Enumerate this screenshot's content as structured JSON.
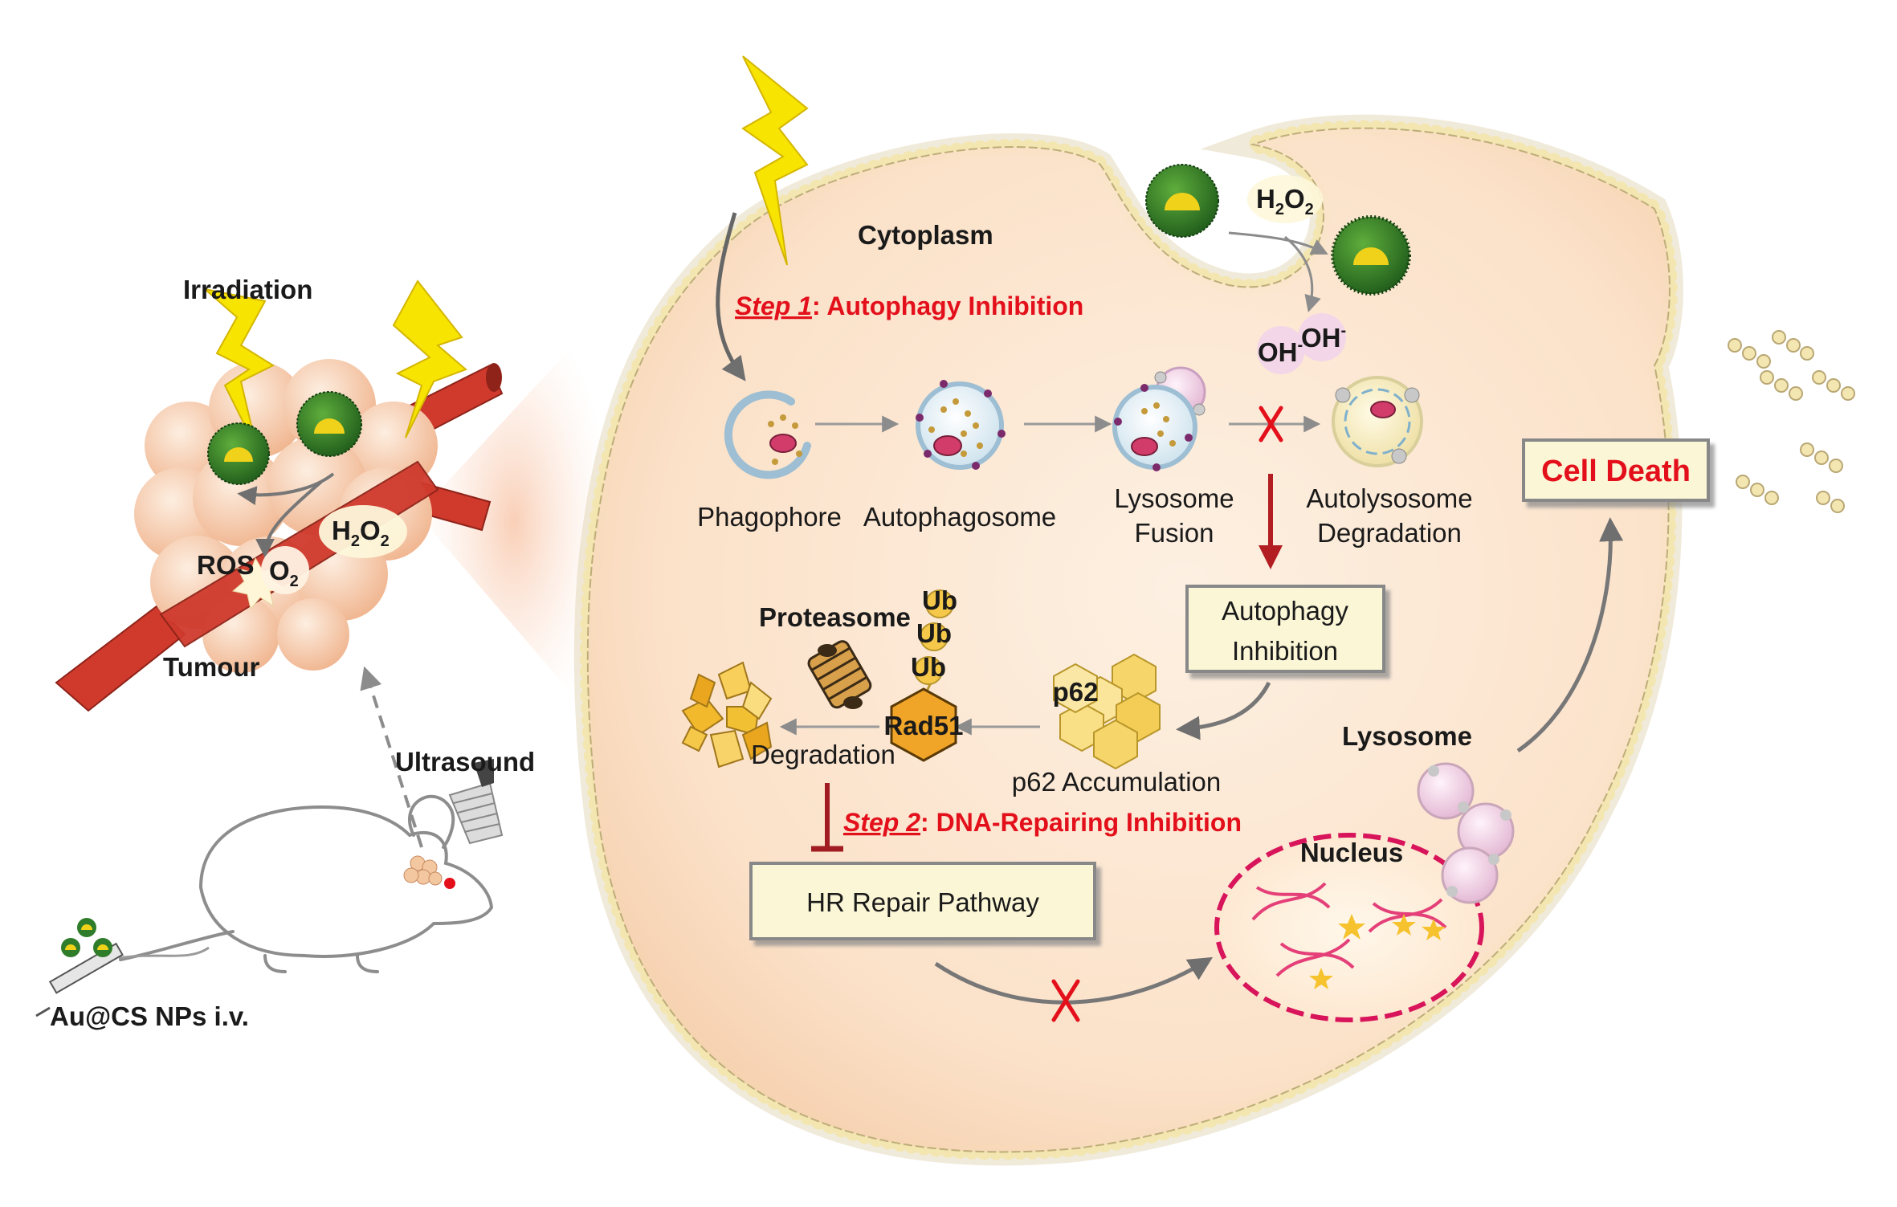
{
  "left_panel": {
    "irradiation": "Irradiation",
    "tumour": "Tumour",
    "ros": "ROS",
    "o2_main": "O",
    "o2_sub": "2",
    "h2o2_h": "H",
    "h2o2_2a": "2",
    "h2o2_o": "O",
    "h2o2_2b": "2",
    "ultrasound": "Ultrasound",
    "injection": "Au@CS NPs i.v."
  },
  "cell": {
    "cytoplasm": "Cytoplasm",
    "step1_label": "Step 1",
    "step1_text": ": Autophagy Inhibition",
    "h2o2_h": "H",
    "h2o2_2a": "2",
    "h2o2_o": "O",
    "h2o2_2b": "2",
    "oh_a": "OH",
    "oh_b": "OH",
    "oh_sup": "-",
    "stages": {
      "phagophore": "Phagophore",
      "autophagosome": "Autophagosome",
      "lysosome_fusion_1": "Lysosome",
      "lysosome_fusion_2": "Fusion",
      "autolysosome_1": "Autolysosome",
      "autolysosome_2": "Degradation"
    },
    "autophagy_box_1": "Autophagy",
    "autophagy_box_2": "Inhibition",
    "proteasome": "Proteasome",
    "ub": "Ub",
    "rad51": "Rad51",
    "p62": "p62",
    "degradation": "Degradation",
    "p62_accumulation": "p62 Accumulation",
    "step2_label": "Step 2",
    "step2_text": ": DNA-Repairing Inhibition",
    "hr_box": "HR Repair Pathway",
    "nucleus": "Nucleus",
    "lysosome": "Lysosome",
    "cell_death": "Cell Death"
  },
  "colors": {
    "cytoplasm_fill": "#fbe3cc",
    "membrane_head": "#f3e6b0",
    "membrane_stroke": "#b9a774",
    "accent_red": "#e3101b",
    "dark_red_arrow": "#b31e22",
    "nanoparticle_green": "#2f7d2a",
    "nanoparticle_core": "#f1d21a",
    "vessel_red": "#cf3a2d",
    "lightning": "#f7e400"
  }
}
